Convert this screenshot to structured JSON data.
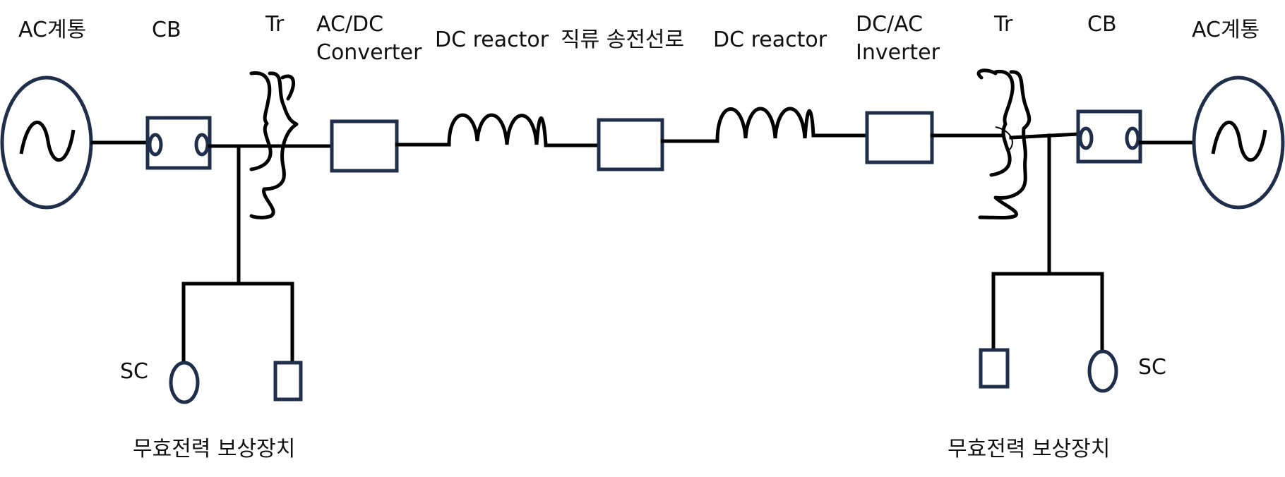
{
  "labels": {
    "ac_grid_left": "AC계통",
    "cb_left": "CB",
    "tr_left": "Tr",
    "converter_line1": "AC/DC",
    "converter_line2": "Converter",
    "dc_reactor_left": "DC reactor",
    "dc_line": "직류 송전선로",
    "dc_reactor_right": "DC reactor",
    "inverter_line1": "DC/AC",
    "inverter_line2": "Inverter",
    "tr_right": "Tr",
    "cb_right": "CB",
    "ac_grid_right": "AC계통",
    "sc_left": "SC",
    "sc_right": "SC",
    "compensator_left": "무효전력 보상장치",
    "compensator_right": "무효전력 보상장치"
  },
  "colors": {
    "wire": "#000000",
    "component_outline": "#1f2e4a",
    "text": "#111111"
  }
}
